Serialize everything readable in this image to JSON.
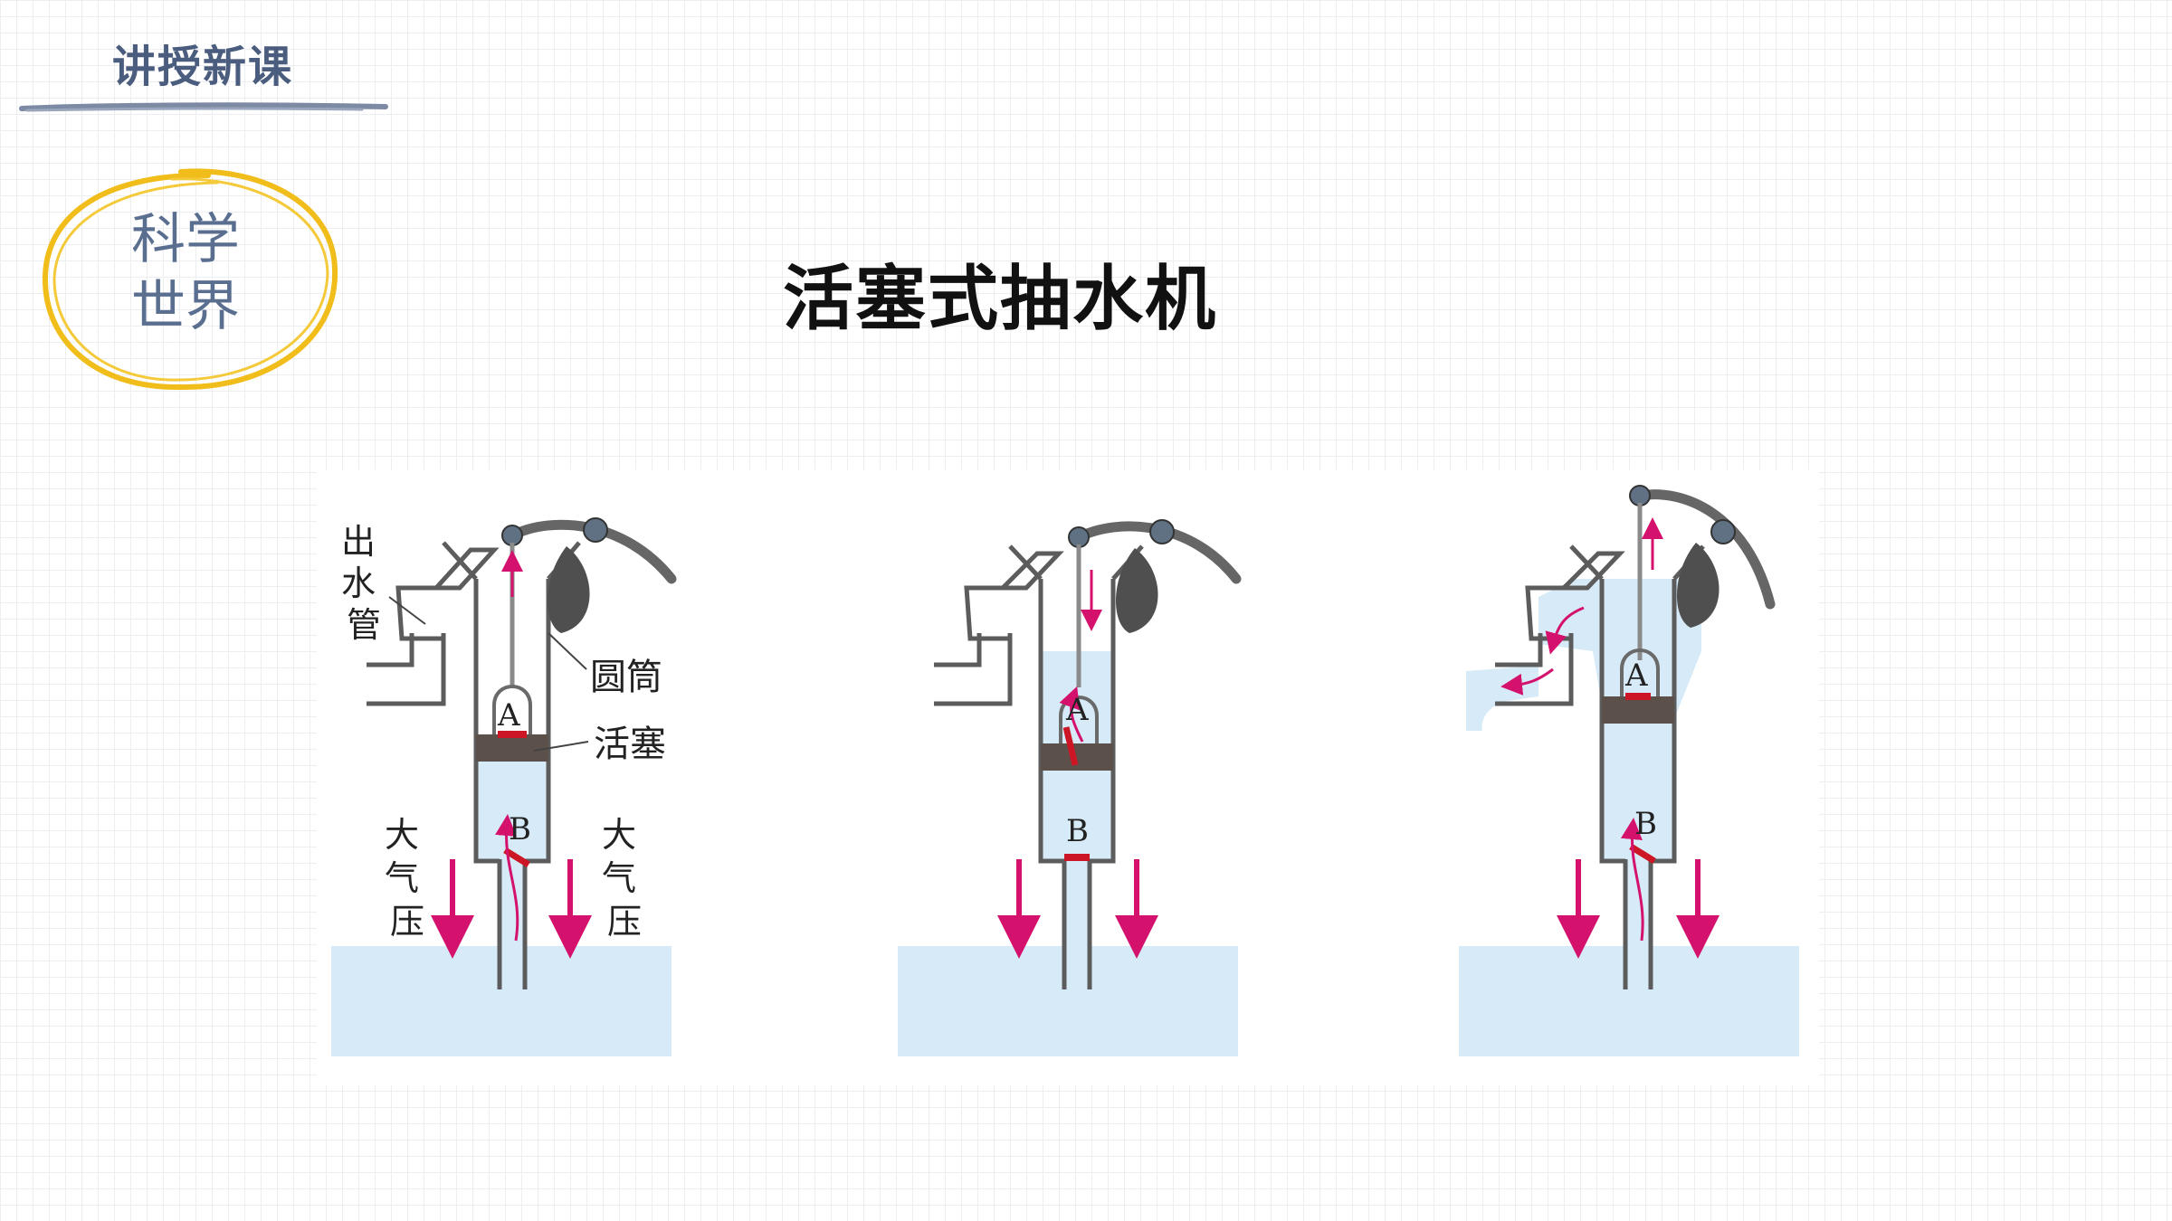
{
  "header": {
    "section_title": "讲授新课"
  },
  "badge": {
    "line1": "科学",
    "line2": "世界"
  },
  "slide": {
    "title": "活塞式抽水机"
  },
  "diagram": {
    "labels": {
      "outlet_pipe": [
        "出",
        "水",
        "管"
      ],
      "cylinder": "圆筒",
      "piston": "活塞",
      "valve_a": "A",
      "valve_b": "B",
      "atmospheric_pressure": [
        "大",
        "气",
        "压"
      ]
    }
  },
  "colors": {
    "water": "#d6ebf7",
    "wall": "#5c5c5c",
    "piston": "#5b514a",
    "valve": "#cc1525",
    "arrow": "#d4126e",
    "accent": "#f0bd1a",
    "title": "#4b5d7e"
  }
}
